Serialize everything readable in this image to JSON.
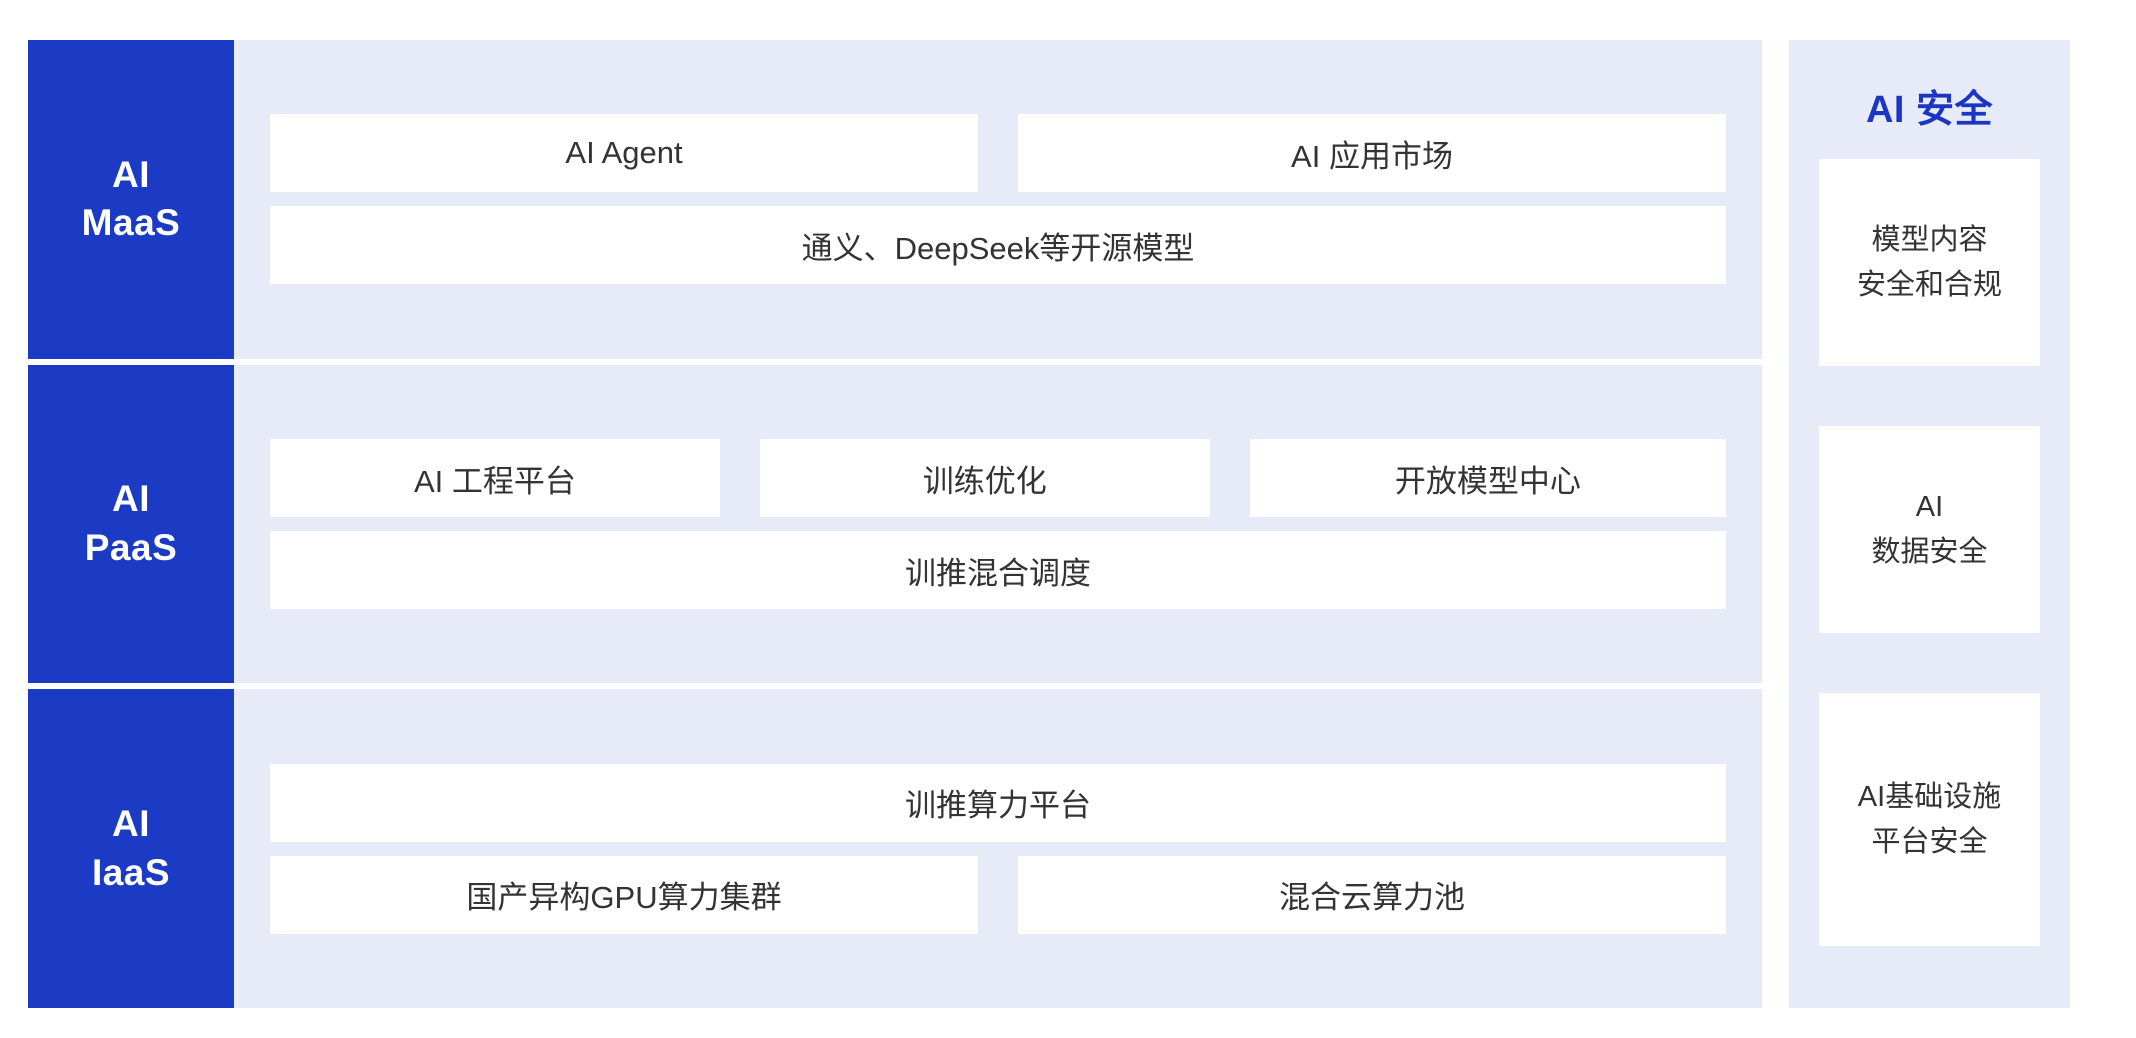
{
  "colors": {
    "label_blue": "#1b3bc4",
    "panel_bg": "#e7ebf7",
    "card_bg": "#ffffff",
    "title_blue": "#1b35c4",
    "text": "#333333"
  },
  "layers": [
    {
      "label_line1": "AI",
      "label_line2": "MaaS",
      "rows": [
        {
          "cells": [
            {
              "text": "AI Agent"
            },
            {
              "text": "AI 应用市场"
            }
          ]
        },
        {
          "cells": [
            {
              "text": "通义、DeepSeek等开源模型"
            }
          ]
        }
      ]
    },
    {
      "label_line1": "AI",
      "label_line2": "PaaS",
      "rows": [
        {
          "cells": [
            {
              "text": "AI 工程平台"
            },
            {
              "text": "训练优化"
            },
            {
              "text": "开放模型中心"
            }
          ]
        },
        {
          "cells": [
            {
              "text": "训推混合调度"
            }
          ]
        }
      ]
    },
    {
      "label_line1": "AI",
      "label_line2": "IaaS",
      "rows": [
        {
          "cells": [
            {
              "text": "训推算力平台"
            }
          ]
        },
        {
          "cells": [
            {
              "text": "国产异构GPU算力集群"
            },
            {
              "text": "混合云算力池"
            }
          ]
        }
      ]
    }
  ],
  "security": {
    "title": "AI 安全",
    "cards": [
      {
        "line1": "模型内容",
        "line2": "安全和合规"
      },
      {
        "line1": "AI",
        "line2": "数据安全"
      },
      {
        "line1": "AI基础设施",
        "line2": "平台安全"
      }
    ]
  }
}
